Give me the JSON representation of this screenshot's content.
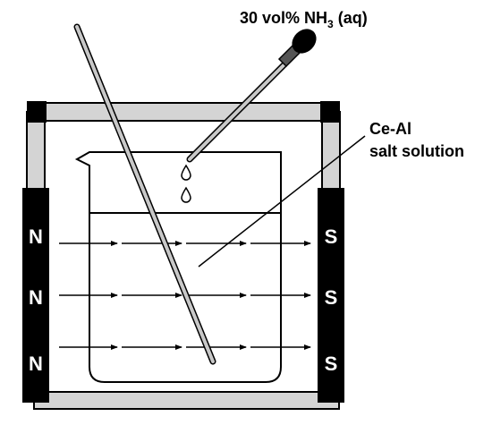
{
  "labels": {
    "reagent_prefix": "30 vol% NH",
    "reagent_subscript": "3",
    "reagent_suffix": " (aq)",
    "solution_line1": "Ce-Al",
    "solution_line2": "salt solution"
  },
  "magnets": {
    "left_poles": [
      "N",
      "N",
      "N"
    ],
    "right_poles": [
      "S",
      "S",
      "S"
    ]
  },
  "colors": {
    "frame_fill": "#d4d4d4",
    "magnet_fill": "#000000",
    "line": "#000000",
    "background": "#ffffff"
  }
}
